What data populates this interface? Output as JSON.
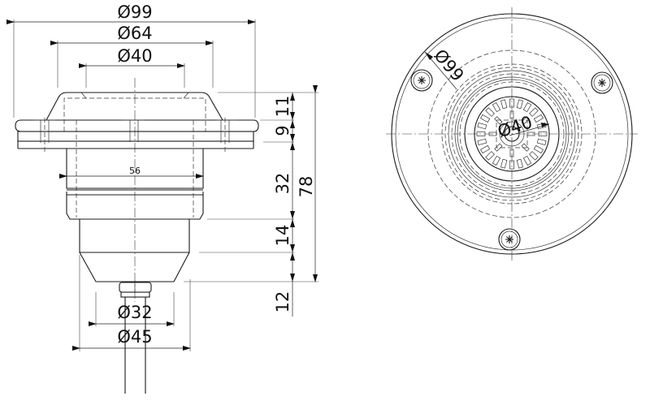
{
  "drawing": {
    "side_view": {
      "diameters": {
        "overall": "Ø99",
        "flange_top": "Ø64",
        "top_inner": "Ø40",
        "body_width": "56",
        "nozzle": "Ø32",
        "lower_body": "Ø45"
      },
      "heights": {
        "cap": "11",
        "flange": "9",
        "body": "32",
        "lower": "14",
        "cone": "12",
        "overall": "78"
      }
    },
    "top_view": {
      "outer_diameter": "Ø99",
      "inner_diameter": "Ø40",
      "screws": 3,
      "grille_slots": 24
    }
  }
}
